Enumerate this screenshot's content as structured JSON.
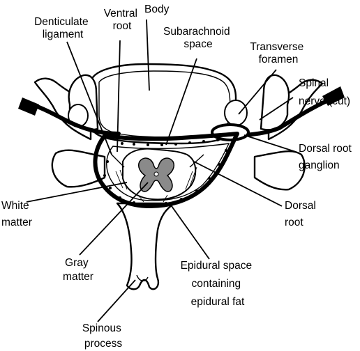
{
  "diagram": {
    "labels": {
      "body": "Body",
      "ventral_root": [
        "Ventral",
        "root"
      ],
      "denticulate_ligament": [
        "Denticulate",
        "ligament"
      ],
      "subarachnoid_space": [
        "Subarachnoid",
        "space"
      ],
      "transverse_foramen": [
        "Transverse",
        "foramen"
      ],
      "spinal_nerve": [
        "Spinal",
        "nerve (cut)"
      ],
      "dorsal_root_ganglion": [
        "Dorsal root",
        "ganglion"
      ],
      "dorsal_root": [
        "Dorsal",
        "root"
      ],
      "white_matter": [
        "White",
        "matter"
      ],
      "gray_matter": [
        "Gray",
        "matter"
      ],
      "epidural_space": [
        "Epidural space",
        "containing",
        "epidural fat"
      ],
      "spinous_process": [
        "Spinous",
        "process"
      ]
    }
  }
}
